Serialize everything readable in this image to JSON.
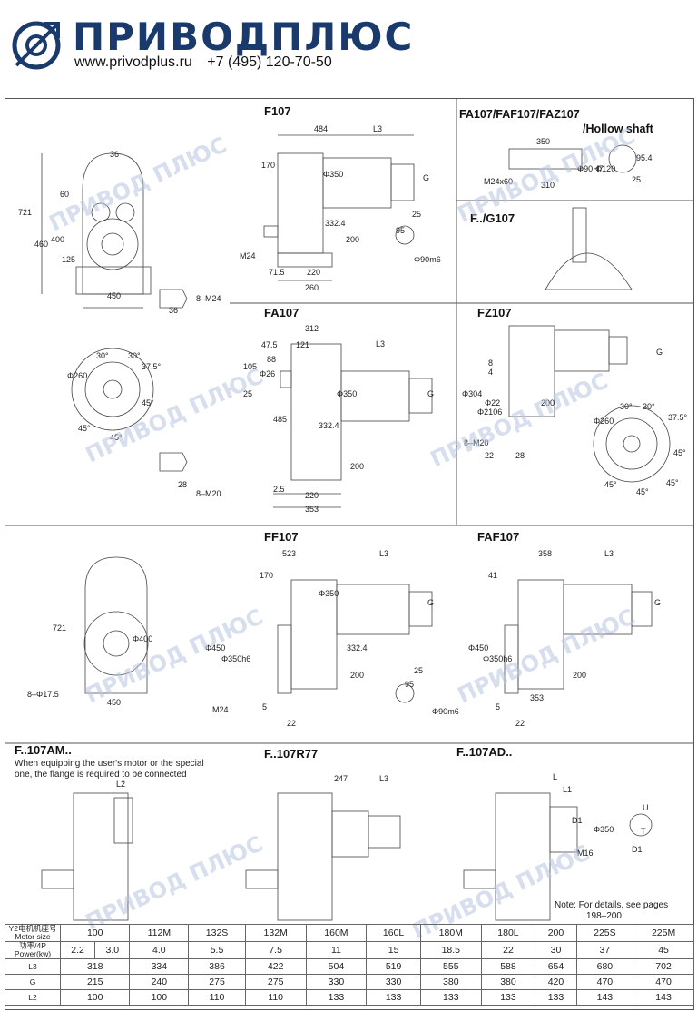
{
  "header": {
    "brand": "ПРИВОДПЛЮС",
    "site": "www.privodplus.ru",
    "phone": "+7 (495) 120-70-50"
  },
  "watermark": "ПРИВОД ПЛЮС",
  "panels": {
    "f107": {
      "title": "F107",
      "dims": [
        "484",
        "L3",
        "170",
        "Φ350",
        "332.4",
        "G",
        "25",
        "95",
        "200",
        "M24",
        "71.5",
        "220",
        "260",
        "Φ90m6"
      ]
    },
    "front": {
      "dims": [
        "36",
        "721",
        "460",
        "400",
        "60",
        "125",
        "450",
        "36",
        "8–M24"
      ]
    },
    "hollow": {
      "title": "FA107/FAF107/FAZ107",
      "subtitle": "/Hollow shaft",
      "dims": [
        "350",
        "M24x60",
        "310",
        "Φ90H7",
        "Φ120",
        "95.4",
        "25"
      ]
    },
    "g107": {
      "title": "F../G107"
    },
    "fa107": {
      "title": "FA107",
      "dims": [
        "312",
        "47.5",
        "121",
        "88",
        "105",
        "Φ26",
        "25",
        "L3",
        "Φ350",
        "G",
        "485",
        "332.4",
        "200",
        "2.5",
        "220",
        "353"
      ]
    },
    "flange1": {
      "dims": [
        "30°",
        "30°",
        "37.5°",
        "Φ260",
        "45°",
        "45°",
        "45°",
        "28",
        "8–M20"
      ]
    },
    "fz107": {
      "title": "FZ107",
      "dims": [
        "8",
        "4",
        "Φ304",
        "Φ2106",
        "Φ22",
        "200",
        "8–M20",
        "22",
        "28",
        "G"
      ]
    },
    "flange2": {
      "dims": [
        "30°",
        "30°",
        "37.5°",
        "Φ260",
        "45°",
        "45°",
        "45°",
        "45°"
      ]
    },
    "ff107": {
      "title": "FF107",
      "dims": [
        "523",
        "170",
        "L3",
        "Φ350",
        "Φ450",
        "Φ350h6",
        "332.4",
        "G",
        "200",
        "M24",
        "5",
        "22",
        "25",
        "95",
        "Φ90m6"
      ]
    },
    "ffront": {
      "dims": [
        "721",
        "Φ400",
        "8–Φ17.5",
        "450"
      ]
    },
    "faf107": {
      "title": "FAF107",
      "dims": [
        "358",
        "41",
        "L3",
        "Φ450",
        "Φ350h6",
        "G",
        "200",
        "353",
        "5",
        "22"
      ]
    },
    "am": {
      "title": "F..107AM..",
      "note1": "When equipping the user's motor or the special",
      "note2": "one, the flange is required to be connected",
      "dims": [
        "L2"
      ]
    },
    "r77": {
      "title": "F..107R77",
      "dims": [
        "247",
        "L3"
      ]
    },
    "ad": {
      "title": "F..107AD..",
      "dims": [
        "L",
        "L1",
        "D1",
        "Φ350",
        "M16",
        "U",
        "T",
        "D1"
      ],
      "note1": "Note: For details, see pages",
      "note2": "198–200"
    }
  },
  "table": {
    "row_labels": {
      "motor_cn": "Y2电机机座号",
      "motor_en": "Motor size",
      "power_cn": "功率/4P",
      "power_en": "Power(kw)",
      "l3": "L3",
      "g": "G",
      "l2": "L2"
    },
    "motor_sizes": [
      "100",
      "112M",
      "132S",
      "132M",
      "160M",
      "160L",
      "180M",
      "180L",
      "200",
      "225S",
      "225M"
    ],
    "power": [
      "2.2",
      "3.0",
      "4.0",
      "5.5",
      "7.5",
      "11",
      "15",
      "18.5",
      "22",
      "30",
      "37",
      "45"
    ],
    "l3": [
      "318",
      "334",
      "386",
      "422",
      "504",
      "519",
      "555",
      "588",
      "654",
      "680",
      "702"
    ],
    "g": [
      "215",
      "240",
      "275",
      "275",
      "330",
      "330",
      "380",
      "380",
      "420",
      "470",
      "470"
    ],
    "l2": [
      "100",
      "100",
      "110",
      "110",
      "133",
      "133",
      "133",
      "133",
      "133",
      "143",
      "143"
    ]
  },
  "colors": {
    "brand": "#1a3a6b",
    "watermark": "#b8c4e0",
    "line": "#333333"
  }
}
